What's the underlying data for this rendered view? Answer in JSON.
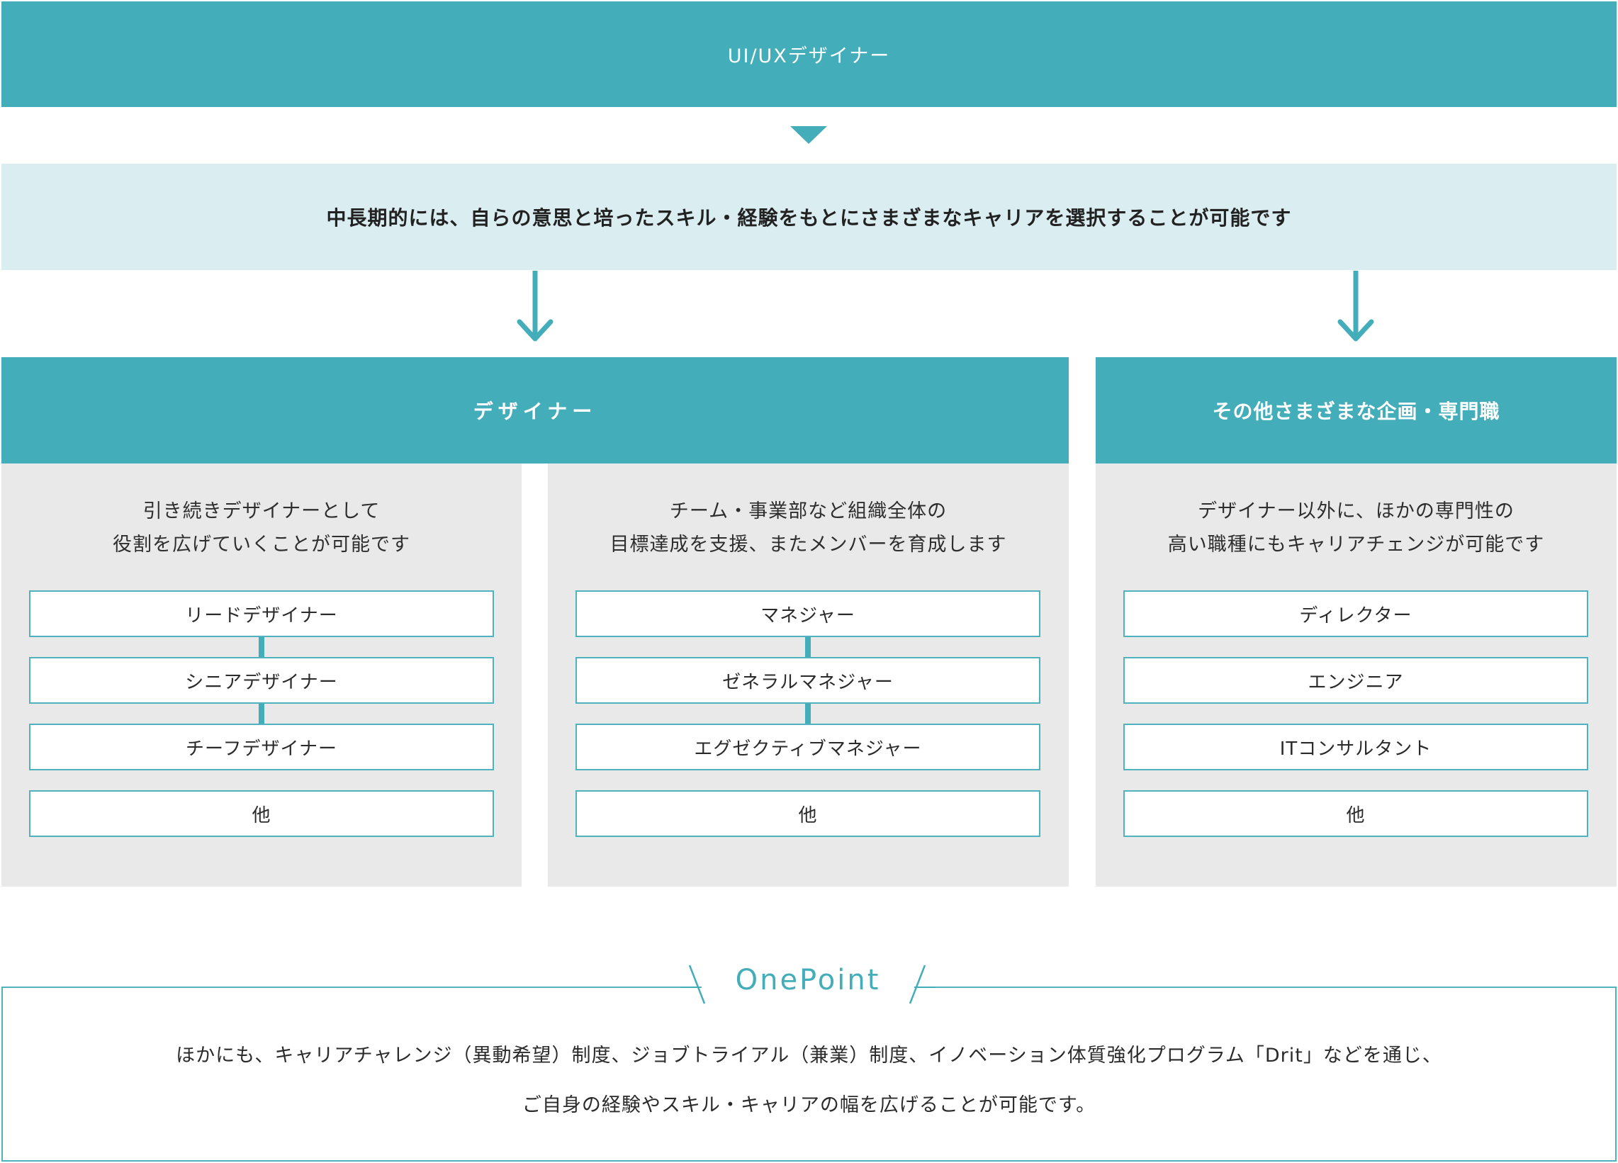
{
  "colors": {
    "accent": "#43adb9",
    "statement_bg": "#daeef2",
    "panel_bg": "#e9e9ea",
    "text": "#2b2b2b"
  },
  "top": {
    "title": "UI/UXデザイナー",
    "arrow_icon": "triangle-down"
  },
  "statement": {
    "text": "中長期的には、自らの意思と培ったスキル・経験をもとにさまざまなキャリアを選択することが可能です"
  },
  "columns": [
    {
      "header": "デザイナー",
      "panels": [
        {
          "description": [
            "引き続きデザイナーとして",
            "役割を広げていくことが可能です"
          ],
          "items": [
            "リードデザイナー",
            "シニアデザイナー",
            "チーフデザイナー",
            "他"
          ],
          "connected": true
        },
        {
          "description": [
            "チーム・事業部など組織全体の",
            "目標達成を支援、またメンバーを育成します"
          ],
          "items": [
            "マネジャー",
            "ゼネラルマネジャー",
            "エグゼクティブマネジャー",
            "他"
          ],
          "connected": true
        }
      ]
    },
    {
      "header": "その他さまざまな企画・専門職",
      "panels": [
        {
          "description": [
            "デザイナー以外に、ほかの専門性の",
            "高い職種にもキャリアチェンジが可能です"
          ],
          "items": [
            "ディレクター",
            "エンジニア",
            "ITコンサルタント",
            "他"
          ],
          "connected": false
        }
      ]
    }
  ],
  "onepoint": {
    "title": "OnePoint",
    "lines": [
      "ほかにも、キャリアチャレンジ（異動希望）制度、ジョブトライアル（兼業）制度、イノベーション体質強化プログラム「Drit」などを通じ、",
      "ご自身の経験やスキル・キャリアの幅を広げることが可能です。"
    ]
  }
}
